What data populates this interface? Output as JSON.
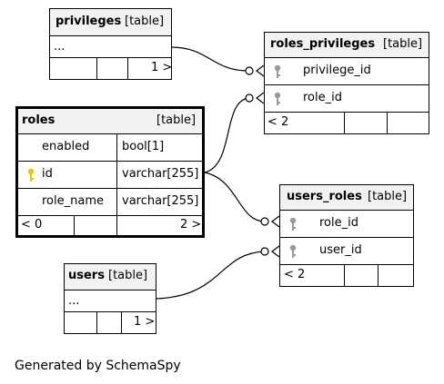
{
  "privileges": {
    "name": "privileges",
    "kind": "[table]",
    "columns": [
      "..."
    ],
    "footer": {
      "left": "",
      "right": "1 >"
    }
  },
  "roles_privileges": {
    "name": "roles_privileges",
    "kind": "[table]",
    "columns": [
      {
        "key": "foreign-key-icon",
        "name": "privilege_id"
      },
      {
        "key": "foreign-key-icon",
        "name": "role_id"
      }
    ],
    "footer": {
      "left": "< 2",
      "right": ""
    }
  },
  "roles": {
    "name": "roles",
    "kind": "[table]",
    "columns": [
      {
        "key": "",
        "name": "enabled",
        "type": "bool[1]"
      },
      {
        "key": "primary-key-icon",
        "name": "id",
        "type": "varchar[255]"
      },
      {
        "key": "",
        "name": "role_name",
        "type": "varchar[255]"
      }
    ],
    "footer": {
      "left": "< 0",
      "right": "2 >"
    }
  },
  "users_roles": {
    "name": "users_roles",
    "kind": "[table]",
    "columns": [
      {
        "key": "foreign-key-icon",
        "name": "role_id"
      },
      {
        "key": "foreign-key-icon",
        "name": "user_id"
      }
    ],
    "footer": {
      "left": "< 2",
      "right": ""
    }
  },
  "users": {
    "name": "users",
    "kind": "[table]",
    "columns": [
      "..."
    ],
    "footer": {
      "left": "",
      "right": "1 >"
    }
  },
  "footer_text": "Generated by SchemaSpy",
  "colors": {
    "header_bg": "#f2f2f2",
    "primary_key": "#e6c800",
    "foreign_key": "#9a9a9a"
  }
}
